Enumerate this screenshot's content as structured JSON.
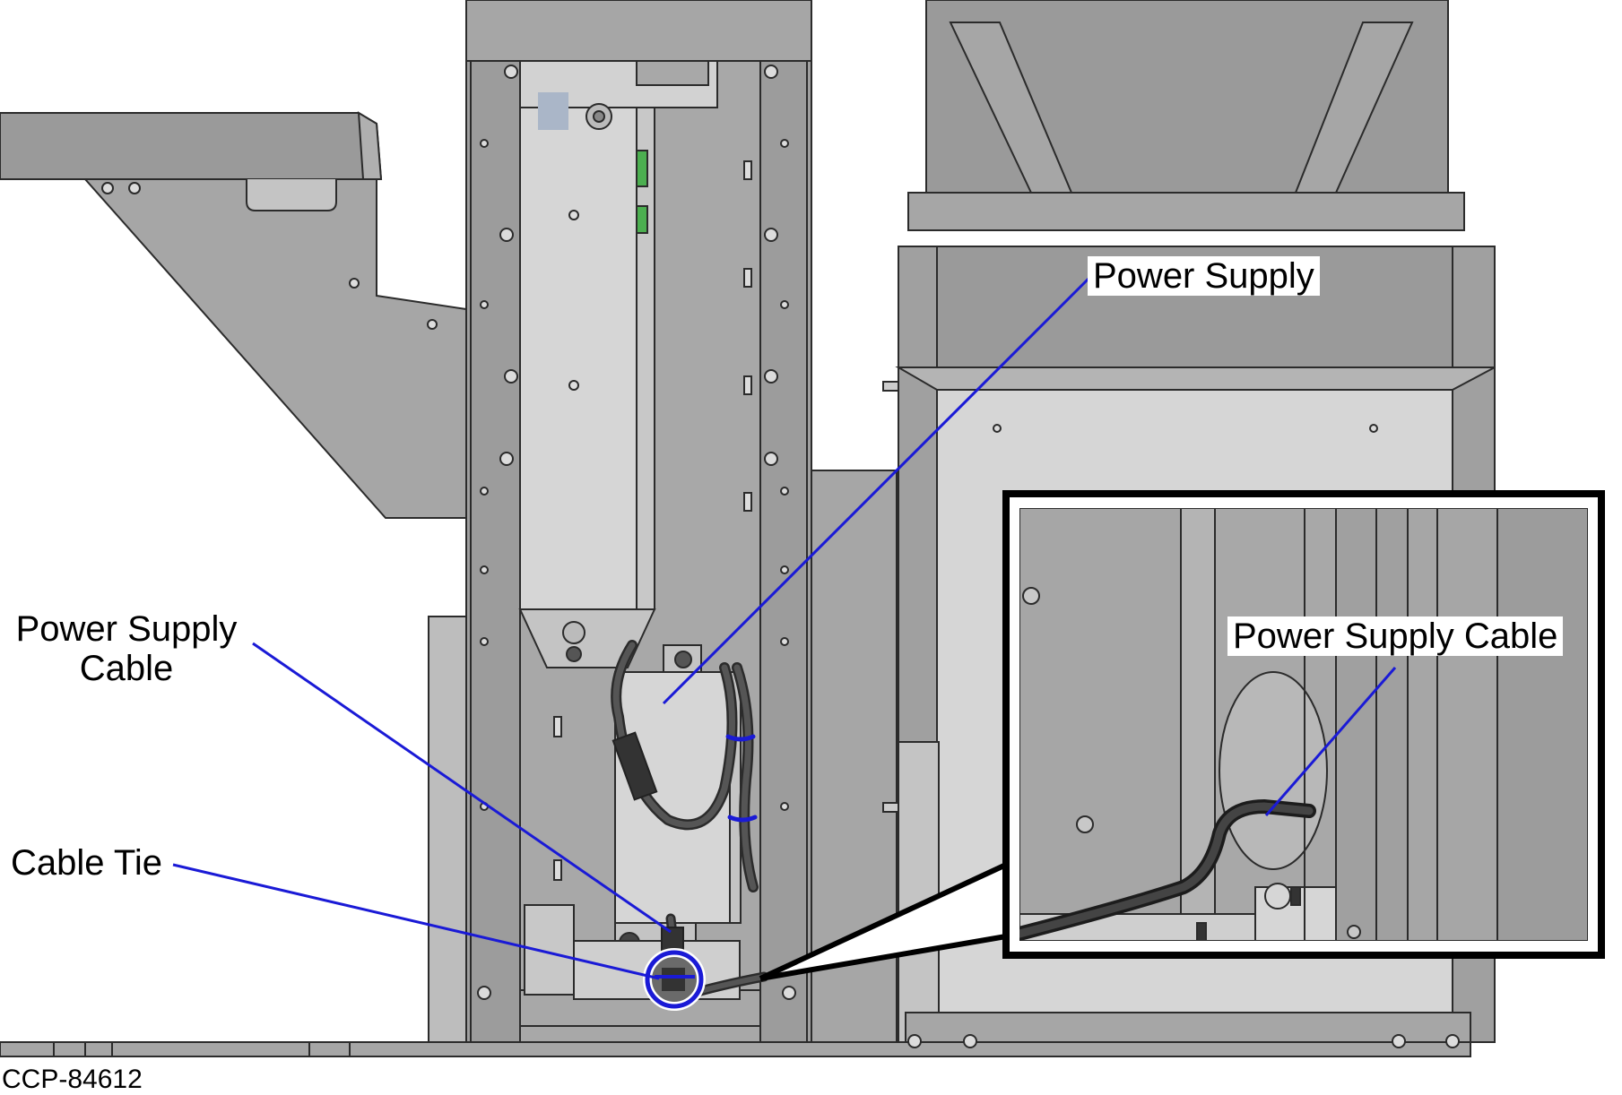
{
  "figure_id": "CCP-84612",
  "callouts": {
    "power_supply": "Power Supply",
    "power_supply_cable_line1": "Power Supply",
    "power_supply_cable_line2": "Cable",
    "cable_tie": "Cable Tie",
    "inset_power_supply_cable": "Power Supply Cable"
  },
  "colors": {
    "callout_line": "#1a1ad6",
    "metal_dark": "#9a9a9a",
    "metal_mid": "#a6a6a6",
    "metal_light": "#d6d6d6",
    "outline": "#2b2b2b",
    "cable": "#4a4a4a"
  }
}
